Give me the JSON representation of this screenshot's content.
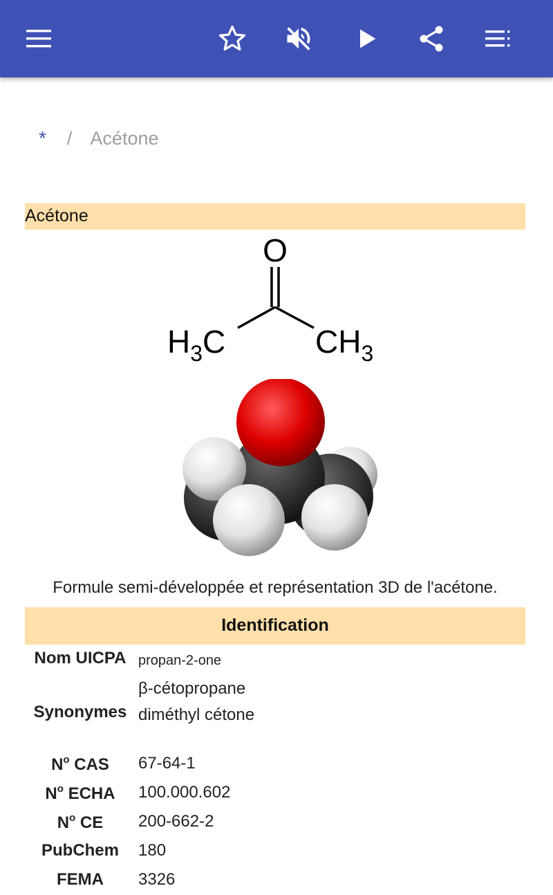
{
  "toolbar": {
    "icons": [
      "menu-icon",
      "star-icon",
      "volume-off-icon",
      "play-icon",
      "share-icon",
      "list-icon"
    ],
    "background": "#3f51b5"
  },
  "breadcrumb": {
    "home": "*",
    "separator": "/",
    "current": "Acétone"
  },
  "article": {
    "title": "Acétone",
    "structure_labels": {
      "oxygen": "O",
      "left_group": "H",
      "left_sub": "3",
      "left_atom": "C",
      "right_group": "CH",
      "right_sub": "3"
    },
    "caption": "Formule semi-développée et représentation 3D de l'acétone."
  },
  "identification": {
    "header": "Identification",
    "rows": [
      {
        "label": "Nom UICPA",
        "value": "propan-2-one"
      },
      {
        "label": "Synonymes",
        "values": [
          "β-cétopropane",
          "diméthyl cétone"
        ]
      },
      {
        "label_prefix": "N",
        "label_sup": "o",
        "label_rest": " CAS",
        "value": "67-64-1"
      },
      {
        "label_prefix": "N",
        "label_sup": "o",
        "label_rest": " ECHA",
        "value": "100.000.602"
      },
      {
        "label_prefix": "N",
        "label_sup": "o",
        "label_rest": " CE",
        "value": "200-662-2"
      },
      {
        "label": "PubChem",
        "value": "180"
      },
      {
        "label": "FEMA",
        "value": "3326"
      }
    ]
  },
  "colors": {
    "accent": "#3f51b5",
    "section_bg": "#ffdfaa"
  }
}
